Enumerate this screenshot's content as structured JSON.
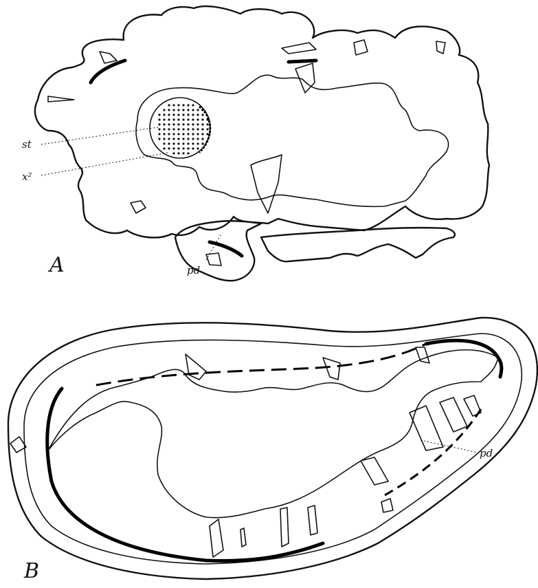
{
  "figure": {
    "panel_a": {
      "letter": "A",
      "labels": {
        "st": "st",
        "x2": "x²",
        "pd": "pd"
      }
    },
    "panel_b": {
      "letter": "B",
      "labels": {
        "pd": "pd"
      }
    },
    "colors": {
      "ink": "#111111",
      "background": "#ffffff"
    }
  }
}
